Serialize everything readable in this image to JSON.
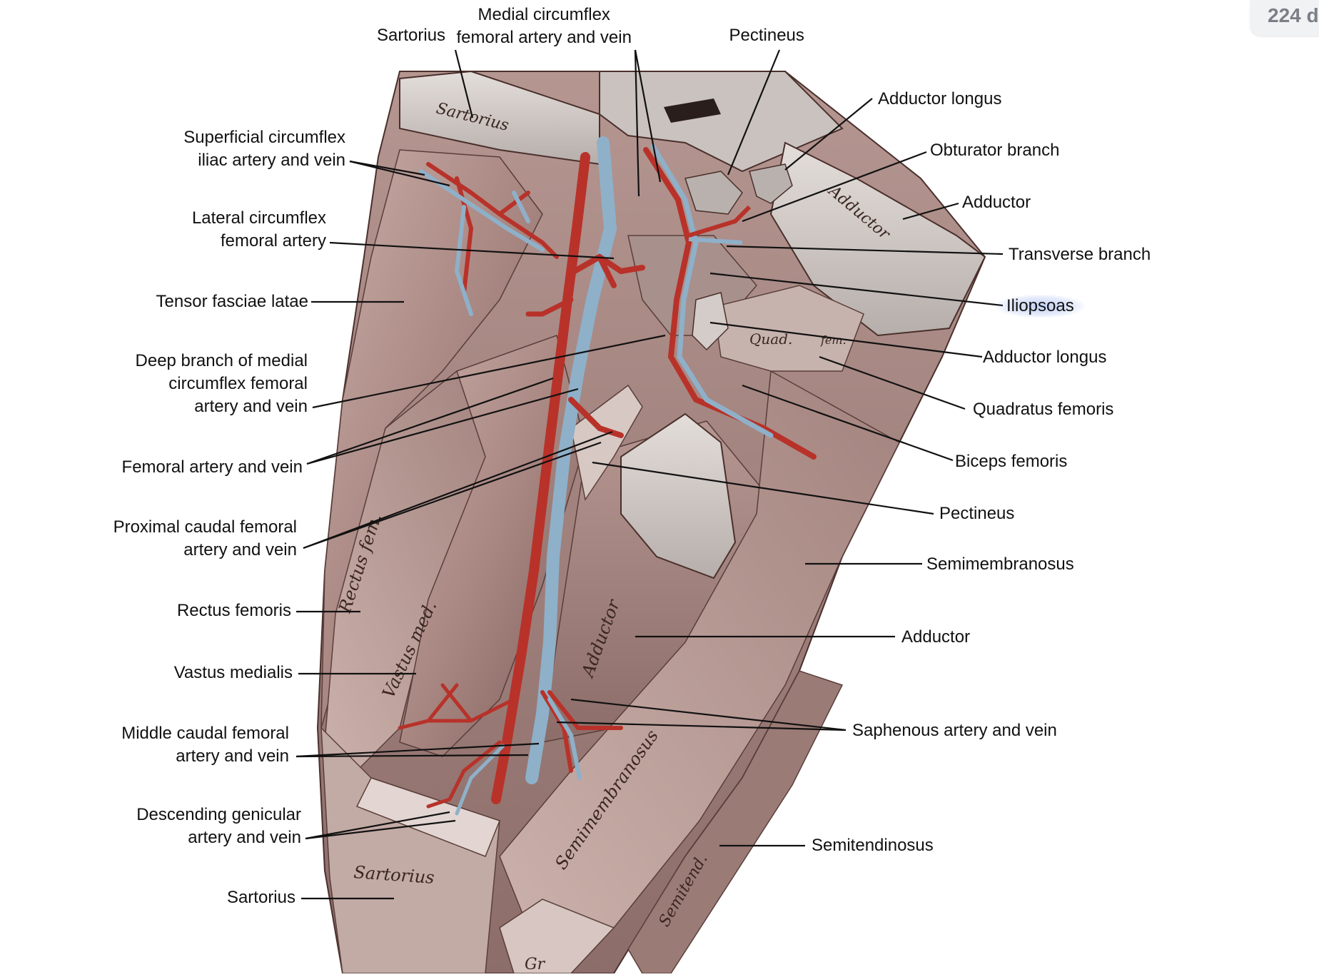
{
  "page_badge": "224 d",
  "labels": {
    "top": {
      "sartorius": "Sartorius",
      "medial_circumflex": [
        "Medial circumflex",
        "femoral artery and vein"
      ],
      "pectineus": "Pectineus"
    },
    "left": {
      "superficial_circumflex": [
        "Superficial circumflex",
        "iliac artery and vein"
      ],
      "lateral_circumflex": [
        "Lateral circumflex",
        "femoral artery"
      ],
      "tensor_fasciae_latae": "Tensor fasciae latae",
      "deep_branch": [
        "Deep branch of medial",
        "circumflex femoral",
        "artery and vein"
      ],
      "femoral": "Femoral artery and vein",
      "proximal_caudal": [
        "Proximal caudal femoral",
        "artery and vein"
      ],
      "rectus_femoris": "Rectus femoris",
      "vastus_medialis": "Vastus medialis",
      "middle_caudal": [
        "Middle caudal femoral",
        "artery and vein"
      ],
      "descending_genicular": [
        "Descending genicular",
        "artery and vein"
      ],
      "sartorius": "Sartorius"
    },
    "right": {
      "adductor_longus_1": "Adductor longus",
      "obturator_branch": "Obturator branch",
      "adductor_1": "Adductor",
      "transverse_branch": "Transverse branch",
      "iliopsoas": "Iliopsoas",
      "adductor_longus_2": "Adductor longus",
      "quadratus_femoris": "Quadratus femoris",
      "biceps_femoris": "Biceps femoris",
      "pectineus": "Pectineus",
      "semimembranosus": "Semimembranosus",
      "adductor_2": "Adductor",
      "saphenous": "Saphenous artery and vein",
      "semitendinosus": "Semitendinosus"
    }
  },
  "muscle_inscriptions": {
    "sartorius_top": "Sartorius",
    "adductor_top": "Adductor",
    "quad": "Quad.",
    "fem": "fem.",
    "rectus_fem": "Rectus fem.",
    "vastus_med": "Vastus med.",
    "adductor_mid": "Adductor",
    "semimembranosus": "Semimembranosus",
    "sartorius_bottom": "Sartorius",
    "semitend": "Semitend.",
    "gr": "Gr"
  },
  "colors": {
    "artery": "#b8322a",
    "vein": "#8fb0c9",
    "muscle": "#b89893",
    "muscle_dark": "#8a6a66",
    "tendon": "#d9d3cf",
    "highlight": "#6f8fe6"
  }
}
